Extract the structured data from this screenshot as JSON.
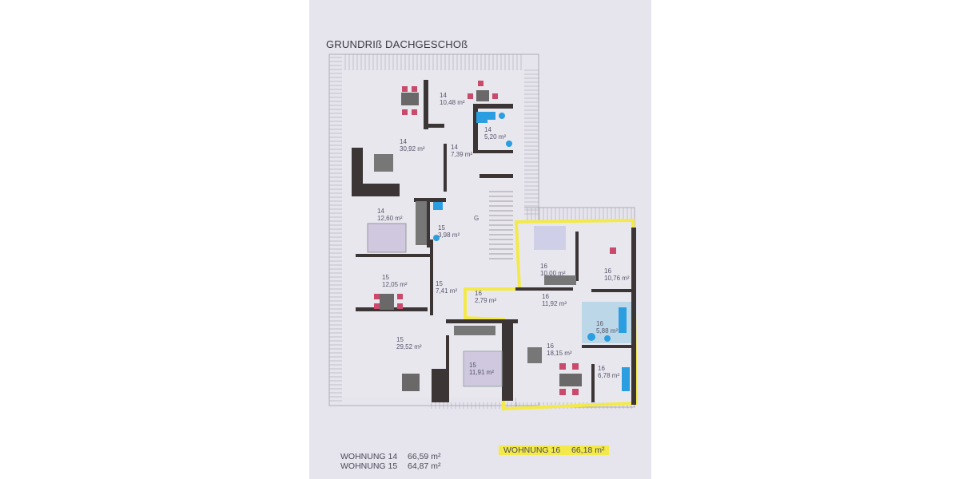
{
  "title": "GRUNDRIß DACHGESCHOß",
  "stair_label": "G",
  "rooms": [
    {
      "unit": "14",
      "area": "30,92 m²"
    },
    {
      "unit": "14",
      "area": "10,48 m²"
    },
    {
      "unit": "14",
      "area": "5,20 m²"
    },
    {
      "unit": "14",
      "area": "7,39 m²"
    },
    {
      "unit": "14",
      "area": "12,60 m²"
    },
    {
      "unit": "15",
      "area": "3,98 m²"
    },
    {
      "unit": "15",
      "area": "12,05 m²"
    },
    {
      "unit": "15",
      "area": "7,41 m²"
    },
    {
      "unit": "16",
      "area": "2,79 m²"
    },
    {
      "unit": "16",
      "area": "10,00 m²"
    },
    {
      "unit": "16",
      "area": "10,76 m²"
    },
    {
      "unit": "16",
      "area": "11,92 m²"
    },
    {
      "unit": "16",
      "area": "5,88 m²"
    },
    {
      "unit": "16",
      "area": "18,15 m²"
    },
    {
      "unit": "16",
      "area": "6,78 m²"
    },
    {
      "unit": "15",
      "area": "29,52 m²"
    },
    {
      "unit": "15",
      "area": "11,91 m²"
    }
  ],
  "legend": [
    {
      "label": "WOHNUNG 14",
      "area": "66,59 m²"
    },
    {
      "label": "WOHNUNG 15",
      "area": "64,87 m²"
    },
    {
      "label": "WOHNUNG 16",
      "area": "66,18 m²",
      "highlight": "#f3ea4a"
    }
  ],
  "colors": {
    "paper": "#e6e4ec",
    "wall": "#3b3535",
    "highlight": "#f3ea4a",
    "bath": "#2a9ee0",
    "chair": "#c94a6a"
  }
}
